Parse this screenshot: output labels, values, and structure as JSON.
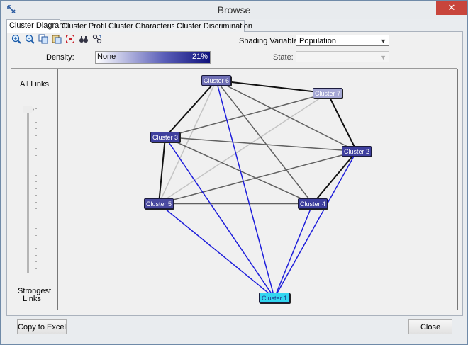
{
  "window": {
    "title": "Browse",
    "close_glyph": "✕"
  },
  "tabs": [
    {
      "label": "Cluster Diagram",
      "active": true
    },
    {
      "label": "Cluster Profiles",
      "active": false
    },
    {
      "label": "Cluster Characteristics",
      "active": false
    },
    {
      "label": "Cluster Discrimination",
      "active": false
    }
  ],
  "toolbar": {
    "icons": [
      "zoom-in-icon",
      "zoom-out-icon",
      "copy-icon",
      "paste-icon",
      "fit-to-window-icon",
      "find-icon",
      "layout-icon"
    ]
  },
  "density": {
    "label": "Density:",
    "min_label": "None",
    "value_label": "21%",
    "value": 0.21
  },
  "shading": {
    "label": "Shading Variable:",
    "selected": "Population"
  },
  "state": {
    "label": "State:",
    "selected": ""
  },
  "slider": {
    "top_label": "All Links",
    "bottom_label": "Strongest Links",
    "position": 0
  },
  "nodes": [
    {
      "id": "c1",
      "label": "Cluster 1",
      "color": "#33d6f0",
      "text_color": "#1d3a8a"
    },
    {
      "id": "c2",
      "label": "Cluster 2",
      "color": "#3e3f9e",
      "text_color": "#ffffff"
    },
    {
      "id": "c3",
      "label": "Cluster 3",
      "color": "#3e3f9e",
      "text_color": "#ffffff"
    },
    {
      "id": "c4",
      "label": "Cluster 4",
      "color": "#3e3f9e",
      "text_color": "#ffffff"
    },
    {
      "id": "c5",
      "label": "Cluster 5",
      "color": "#4a4aa0",
      "text_color": "#ffffff"
    },
    {
      "id": "c6",
      "label": "Cluster 6",
      "color": "#6e6eb4",
      "text_color": "#ffffff"
    },
    {
      "id": "c7",
      "label": "Cluster 7",
      "color": "#a6a8d4",
      "text_color": "#ffffff"
    }
  ],
  "links": [
    {
      "a": "c6",
      "b": "c7",
      "strength": "strong"
    },
    {
      "a": "c7",
      "b": "c2",
      "strength": "strong"
    },
    {
      "a": "c6",
      "b": "c3",
      "strength": "strong"
    },
    {
      "a": "c3",
      "b": "c5",
      "strength": "strong"
    },
    {
      "a": "c2",
      "b": "c4",
      "strength": "strong"
    },
    {
      "a": "c6",
      "b": "c2",
      "strength": "medium"
    },
    {
      "a": "c6",
      "b": "c4",
      "strength": "medium"
    },
    {
      "a": "c3",
      "b": "c7",
      "strength": "medium"
    },
    {
      "a": "c3",
      "b": "c2",
      "strength": "medium"
    },
    {
      "a": "c3",
      "b": "c4",
      "strength": "medium"
    },
    {
      "a": "c5",
      "b": "c2",
      "strength": "medium"
    },
    {
      "a": "c5",
      "b": "c4",
      "strength": "medium"
    },
    {
      "a": "c6",
      "b": "c5",
      "strength": "weak"
    },
    {
      "a": "c5",
      "b": "c7",
      "strength": "weak"
    },
    {
      "a": "c1",
      "b": "c6",
      "strength": "blue"
    },
    {
      "a": "c1",
      "b": "c3",
      "strength": "blue"
    },
    {
      "a": "c1",
      "b": "c5",
      "strength": "blue"
    },
    {
      "a": "c1",
      "b": "c4",
      "strength": "blue"
    },
    {
      "a": "c1",
      "b": "c2",
      "strength": "blue"
    }
  ],
  "link_colors": {
    "strong": "#111111",
    "medium": "#606060",
    "weak": "#c4c4c4",
    "blue": "#1d1ddb"
  },
  "buttons": {
    "copy_to_excel": "Copy to Excel",
    "close": "Close"
  }
}
